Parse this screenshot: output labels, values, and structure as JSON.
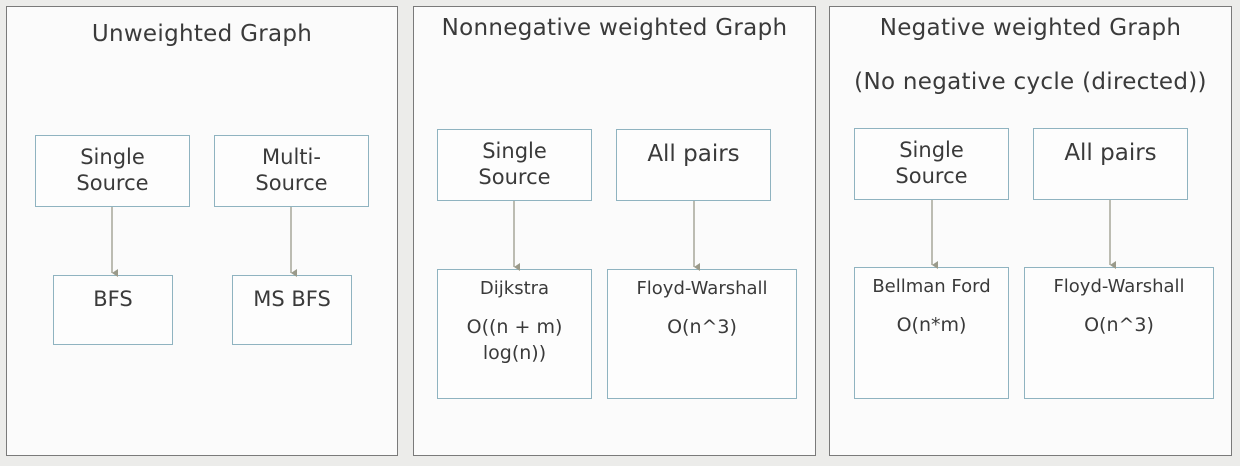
{
  "panels": [
    {
      "title": "Unweighted Graph",
      "left_box": "Single\nSource",
      "right_box": "Multi-\nSource",
      "left_algo": "BFS",
      "right_algo": "MS BFS"
    },
    {
      "title": "Nonnegative weighted Graph",
      "left_box": "Single\nSource",
      "right_box": "All pairs",
      "left_algo": "Dijkstra",
      "left_complexity": "O((n + m)\nlog(n))",
      "right_algo": "Floyd-Warshall",
      "right_complexity": "O(n^3)"
    },
    {
      "title": "Negative weighted Graph",
      "subtitle": "(No negative cycle (directed))",
      "left_box": "Single\nSource",
      "right_box": "All pairs",
      "left_algo": "Bellman Ford",
      "left_complexity": "O(n*m)",
      "right_algo": "Floyd-Warshall",
      "right_complexity": "O(n^3)"
    }
  ],
  "colors": {
    "box_border": "#8fb3c0",
    "arrow": "#9a9a8a",
    "panel_border": "#7a7a7a"
  }
}
